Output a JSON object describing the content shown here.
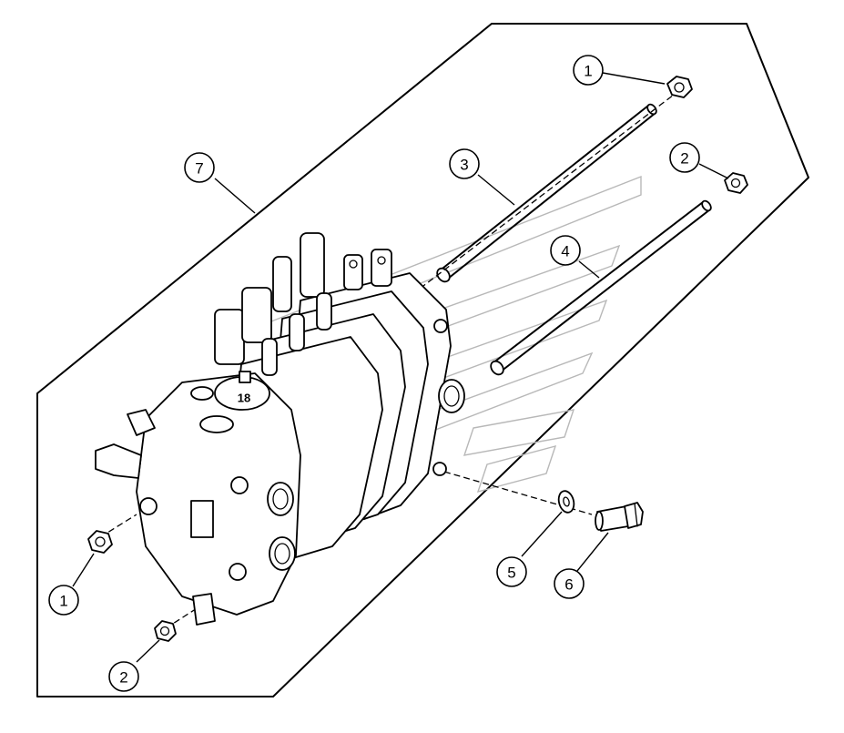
{
  "callouts": [
    {
      "id": "c1a",
      "label": "1"
    },
    {
      "id": "c2a",
      "label": "2"
    },
    {
      "id": "c3",
      "label": "3"
    },
    {
      "id": "c4",
      "label": "4"
    },
    {
      "id": "c7",
      "label": "7"
    },
    {
      "id": "c5",
      "label": "5"
    },
    {
      "id": "c6",
      "label": "6"
    },
    {
      "id": "c1b",
      "label": "1"
    },
    {
      "id": "c2b",
      "label": "2"
    }
  ],
  "valve_marking": "18"
}
